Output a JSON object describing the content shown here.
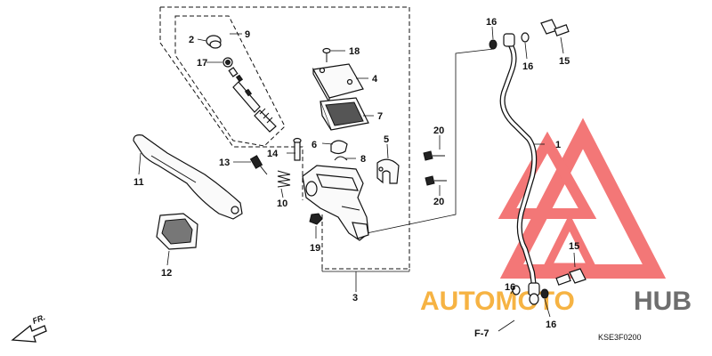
{
  "diagram": {
    "drawing_code": "KSE3F0200",
    "reference": "F-7",
    "direction_label": "FR.",
    "watermark": {
      "word1": "AUTOMOTO",
      "word2": "HUB",
      "color_orange": "#f5a623",
      "color_red": "#f04a4a",
      "color_gray": "#555555"
    },
    "callouts": [
      {
        "id": "c1",
        "text": "1"
      },
      {
        "id": "c2",
        "text": "2"
      },
      {
        "id": "c3",
        "text": "3"
      },
      {
        "id": "c4",
        "text": "4"
      },
      {
        "id": "c5",
        "text": "5"
      },
      {
        "id": "c6",
        "text": "6"
      },
      {
        "id": "c7",
        "text": "7"
      },
      {
        "id": "c8",
        "text": "8"
      },
      {
        "id": "c9",
        "text": "9"
      },
      {
        "id": "c10",
        "text": "10"
      },
      {
        "id": "c11",
        "text": "11"
      },
      {
        "id": "c12",
        "text": "12"
      },
      {
        "id": "c13",
        "text": "13"
      },
      {
        "id": "c14",
        "text": "14"
      },
      {
        "id": "c15a",
        "text": "15"
      },
      {
        "id": "c15b",
        "text": "15"
      },
      {
        "id": "c16a",
        "text": "16"
      },
      {
        "id": "c16b",
        "text": "16"
      },
      {
        "id": "c16c",
        "text": "16"
      },
      {
        "id": "c16d",
        "text": "16"
      },
      {
        "id": "c17",
        "text": "17"
      },
      {
        "id": "c18",
        "text": "18"
      },
      {
        "id": "c19",
        "text": "19"
      },
      {
        "id": "c20a",
        "text": "20"
      },
      {
        "id": "c20b",
        "text": "20"
      }
    ]
  }
}
